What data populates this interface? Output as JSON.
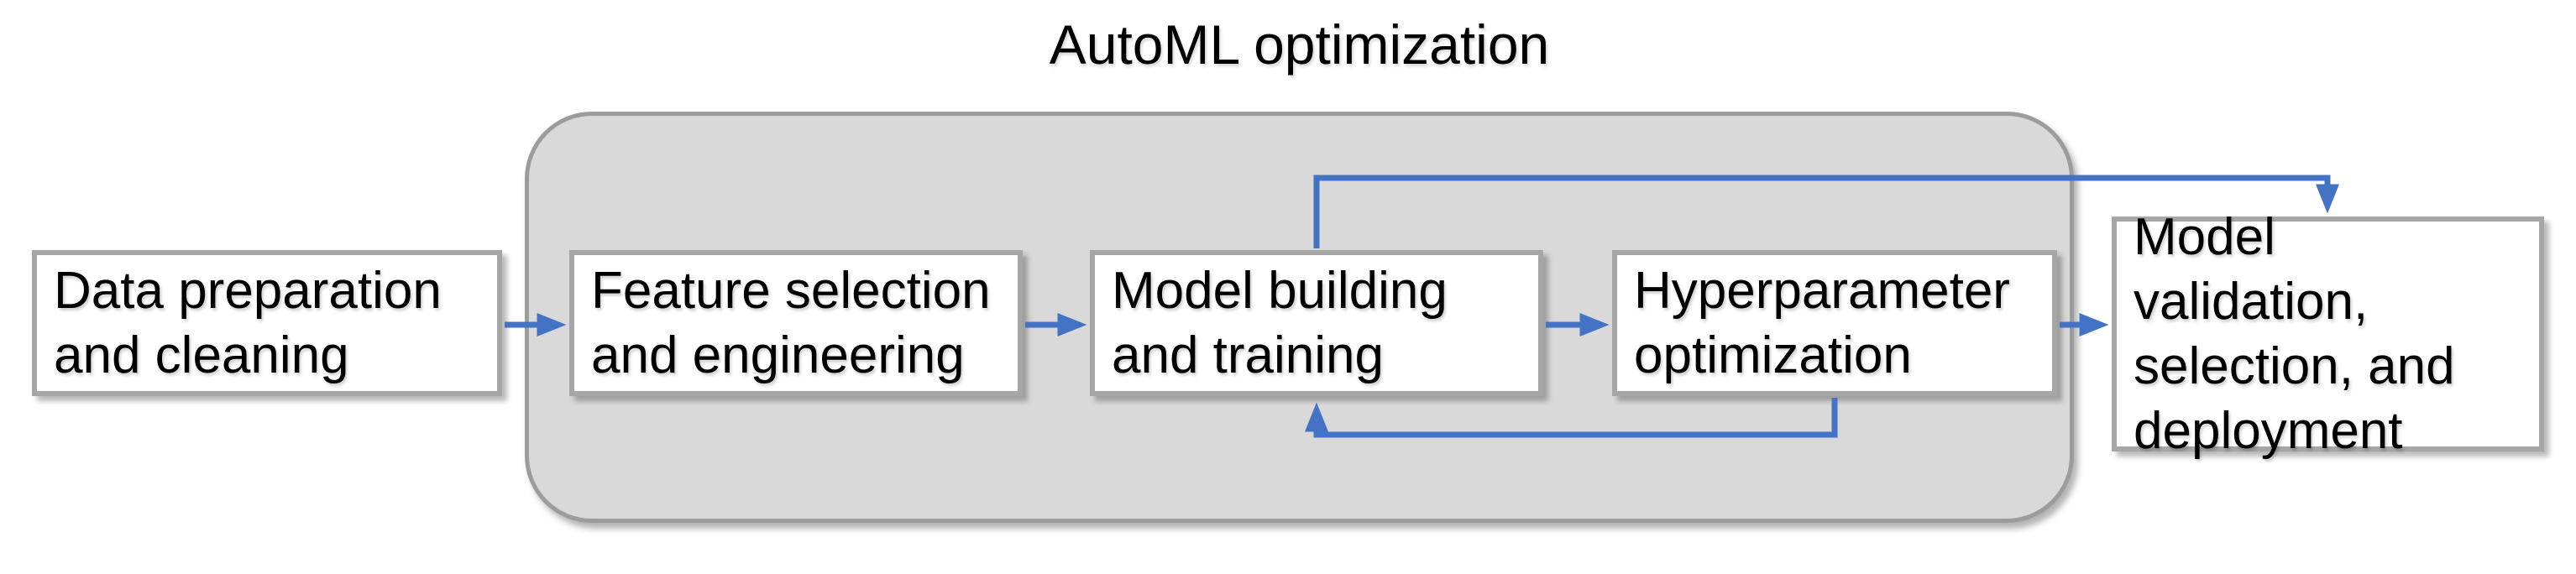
{
  "title": "AutoML optimization",
  "nodes": [
    {
      "id": "data-preparation",
      "label": "Data preparation\nand cleaning"
    },
    {
      "id": "feature-selection",
      "label": "Feature selection\nand engineering"
    },
    {
      "id": "model-building",
      "label": "Model building\nand training"
    },
    {
      "id": "hyperparameter-optimization",
      "label": "Hyperparameter\noptimization"
    },
    {
      "id": "model-validation",
      "label": "Model validation,\nselection, and\ndeployment"
    }
  ],
  "group": {
    "label": "AutoML optimization",
    "members": [
      "feature-selection",
      "model-building",
      "hyperparameter-optimization"
    ]
  },
  "edges": [
    {
      "from": "data-preparation",
      "to": "feature-selection",
      "route": "straight"
    },
    {
      "from": "feature-selection",
      "to": "model-building",
      "route": "straight"
    },
    {
      "from": "model-building",
      "to": "hyperparameter-optimization",
      "route": "straight"
    },
    {
      "from": "hyperparameter-optimization",
      "to": "model-validation",
      "route": "straight"
    },
    {
      "from": "model-building",
      "to": "model-validation",
      "route": "top-feedback"
    },
    {
      "from": "hyperparameter-optimization",
      "to": "model-building",
      "route": "bottom-feedback"
    }
  ],
  "colors": {
    "arrow": "#4472C4",
    "group_fill": "#D9D9D9",
    "group_border": "#9C9C9C",
    "node_fill": "#FFFFFF",
    "node_border": "#A6A6A6",
    "text": "#000000",
    "background": "#FFFFFF"
  }
}
